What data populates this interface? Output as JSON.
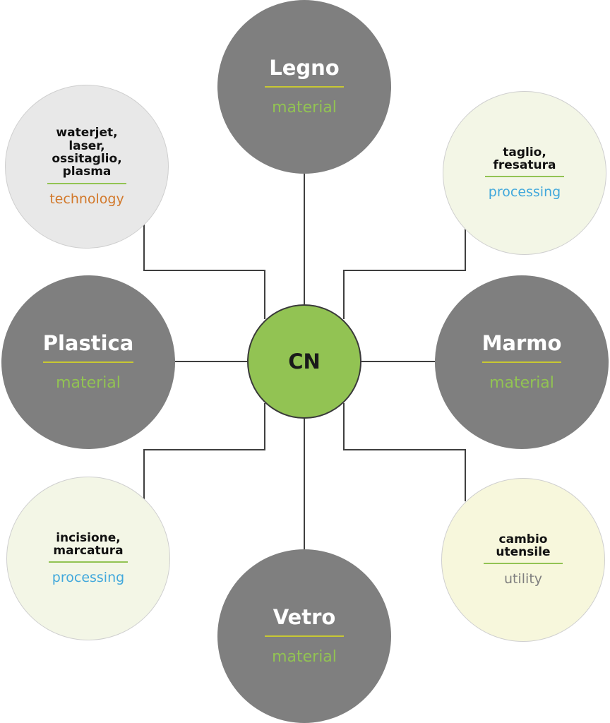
{
  "center": {
    "label": "CN",
    "color": "#92c353"
  },
  "materials": {
    "legno": {
      "title": "Legno",
      "type": "material"
    },
    "plastica": {
      "title": "Plastica",
      "type": "material"
    },
    "marmo": {
      "title": "Marmo",
      "type": "material"
    },
    "vetro": {
      "title": "Vetro",
      "type": "material"
    }
  },
  "technology": {
    "title_lines": [
      "waterjet,",
      "laser,",
      "ossitaglio,",
      "plasma"
    ],
    "type": "technology"
  },
  "processing_top": {
    "title_lines": [
      "taglio,",
      "fresatura"
    ],
    "type": "processing"
  },
  "processing_bottom": {
    "title_lines": [
      "incisione,",
      "marcatura"
    ],
    "type": "processing"
  },
  "utility": {
    "title_lines": [
      "cambio",
      "utensile"
    ],
    "type": "utility"
  },
  "colors": {
    "material_fill": "#7f7f7f",
    "material_label": "#92c353",
    "material_underline": "#c8c832",
    "technology_fill": "#e8e8e8",
    "technology_label": "#d2782a",
    "processing_fill": "#f3f6e6",
    "processing_label": "#41a8dc",
    "utility_fill": "#f7f7dc",
    "utility_label": "#7f7f7f",
    "small_underline": "#92c353",
    "connector": "#3f3f3f"
  }
}
